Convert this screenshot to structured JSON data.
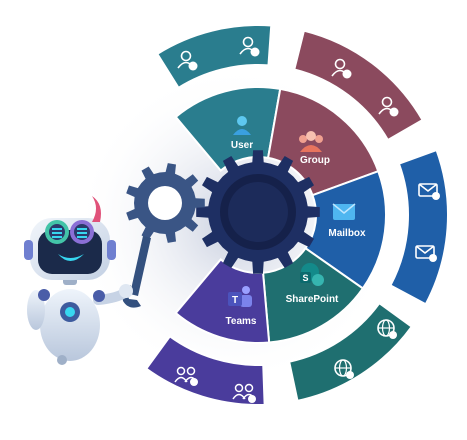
{
  "colors": {
    "user": "#2a7d8e",
    "group": "#8b4a5e",
    "mailbox": "#1f5fa8",
    "sharepoint": "#1f6f70",
    "teams": "#4a3c9c",
    "gear": "#1e2f63",
    "robot_face": "#1b2a4a",
    "robot_glow": "#37d7f0"
  },
  "segments": [
    {
      "key": "user",
      "label": "User",
      "icon": "user-icon"
    },
    {
      "key": "group",
      "label": "Group",
      "icon": "group-icon"
    },
    {
      "key": "mailbox",
      "label": "Mailbox",
      "icon": "mailbox-icon"
    },
    {
      "key": "sharepoint",
      "label": "SharePoint",
      "icon": "sharepoint-icon"
    },
    {
      "key": "teams",
      "label": "Teams",
      "icon": "teams-icon"
    }
  ],
  "outer_ring": [
    {
      "key": "user",
      "icons": [
        "add-user-icon",
        "user-check-icon"
      ]
    },
    {
      "key": "group",
      "icons": [
        "group-shield-icon",
        "group-clock-icon"
      ]
    },
    {
      "key": "mailbox",
      "icons": [
        "mail-share-icon",
        "mail-users-icon"
      ]
    },
    {
      "key": "sharepoint",
      "icons": [
        "globe-link-icon",
        "globe-add-icon"
      ]
    },
    {
      "key": "teams",
      "icons": [
        "teams-add-icon",
        "teams-settings-icon"
      ]
    }
  ]
}
